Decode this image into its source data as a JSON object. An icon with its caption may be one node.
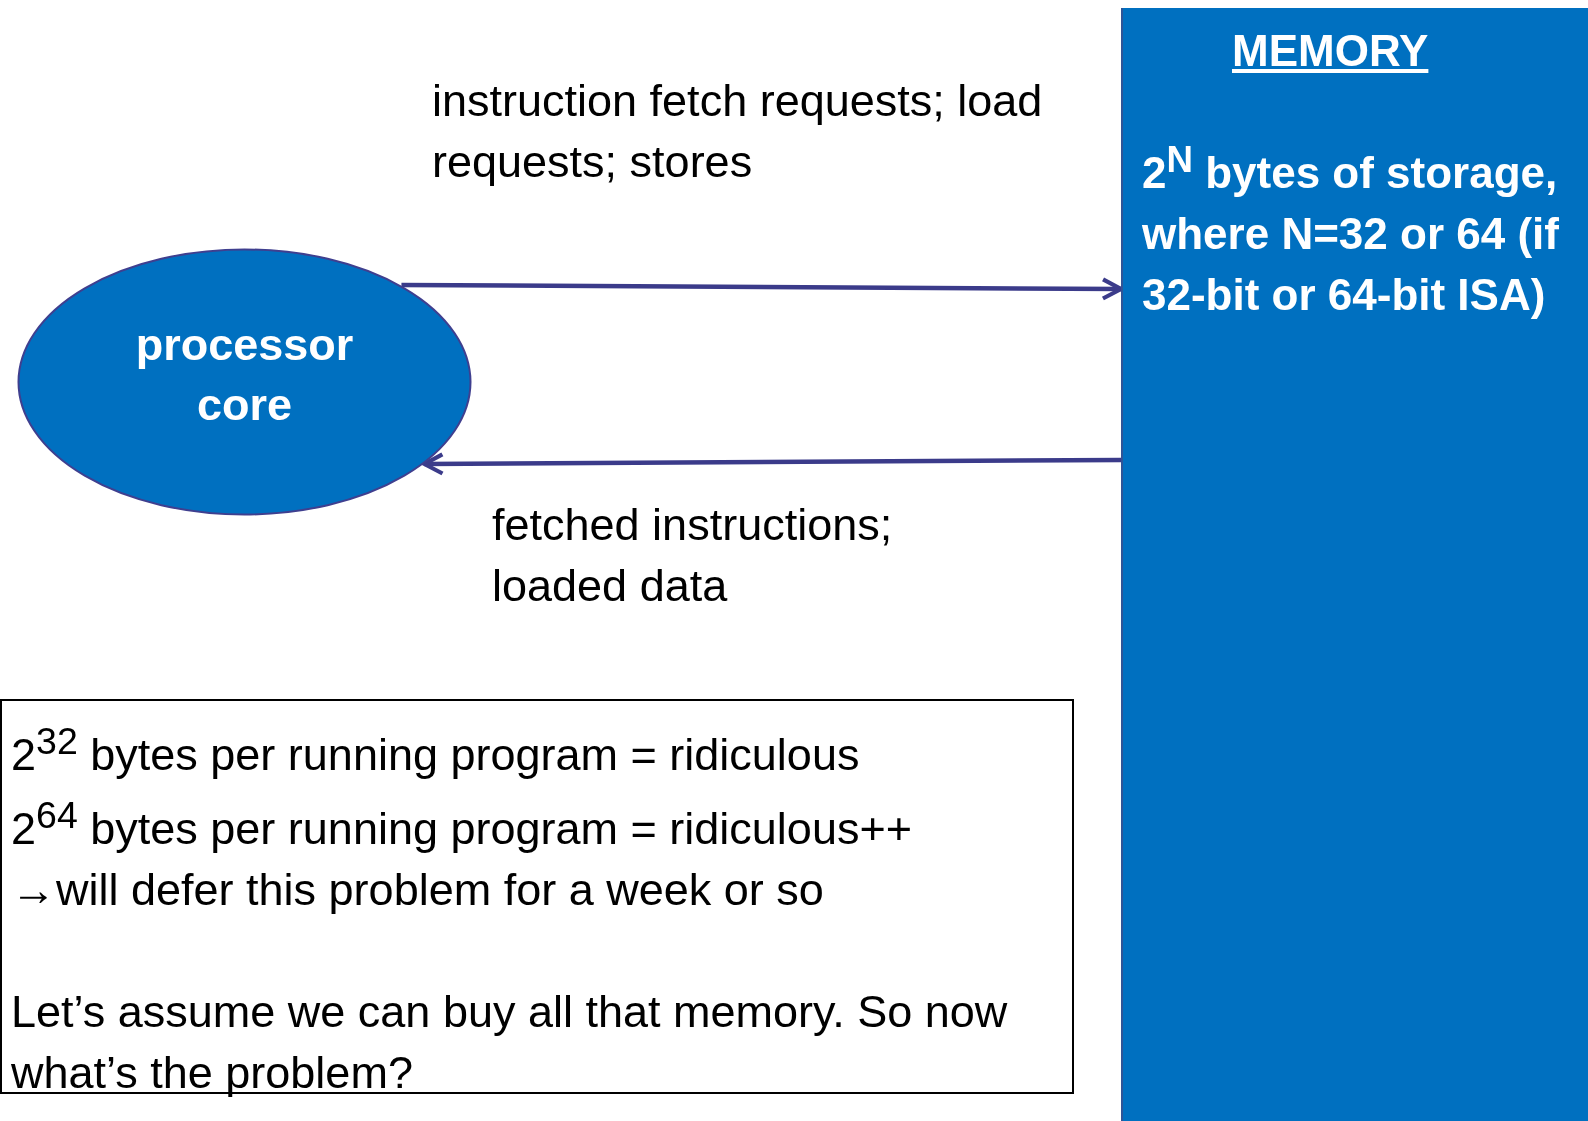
{
  "diagram": {
    "nodes": [
      {
        "text": [
          "processor core"
        ]
      },
      {
        "text": [
          "MEMORY",
          "2$^{N}$ bytes of storage, where N=32 or 64 (if 32-bit or 64-bit ISA)"
        ]
      },
      {
        "text": [
          "2$^{32}$ bytes per running program = ridiculous",
          "2$^{64}$ bytes per running program = ridiculous++",
          "→will defer this problem for a week or so",
          "Let’s assume we can buy all that memory. So now what’s the problem?"
        ]
      }
    ],
    "edges": [
      {
        "from": 0,
        "to": 1,
        "arrow": "to",
        "label": "instruction fetch requests; load requests; stores"
      },
      {
        "from": 1,
        "to": 0,
        "arrow": "to",
        "label": "fetched instructions; loaded data"
      }
    ]
  }
}
